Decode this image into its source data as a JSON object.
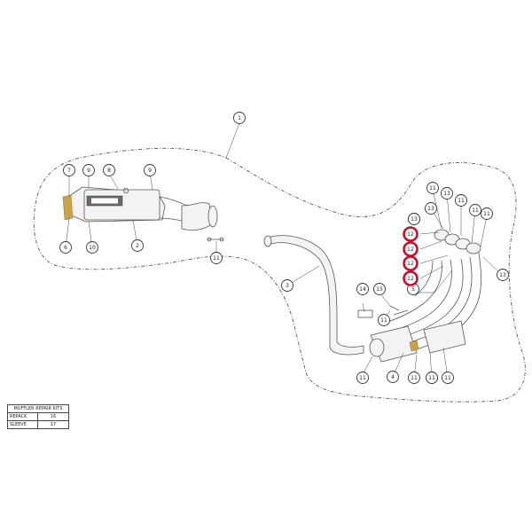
{
  "callouts": [
    {
      "label": "1"
    },
    {
      "label": "2"
    },
    {
      "label": "3"
    },
    {
      "label": "4"
    },
    {
      "label": "5"
    },
    {
      "label": "6"
    },
    {
      "label": "7"
    },
    {
      "label": "8"
    },
    {
      "label": "9"
    },
    {
      "label": "9"
    },
    {
      "label": "10"
    },
    {
      "label": "11"
    },
    {
      "label": "11"
    },
    {
      "label": "11"
    },
    {
      "label": "11"
    },
    {
      "label": "11"
    },
    {
      "label": "11"
    },
    {
      "label": "11"
    },
    {
      "label": "11"
    },
    {
      "label": "11"
    },
    {
      "label": "11"
    },
    {
      "label": "11"
    },
    {
      "label": "12"
    },
    {
      "label": "12"
    },
    {
      "label": "12"
    },
    {
      "label": "12"
    },
    {
      "label": "13"
    },
    {
      "label": "13"
    },
    {
      "label": "13"
    },
    {
      "label": "13"
    },
    {
      "label": "14"
    },
    {
      "label": "15"
    },
    {
      "label": "13"
    }
  ],
  "highlight_color": "#c8102e",
  "repair_table": {
    "title": "MUFFLER REPAIR KITS",
    "rows": [
      {
        "name": "REPACK",
        "number": "16"
      },
      {
        "name": "SLEEVE",
        "number": "17"
      }
    ]
  }
}
